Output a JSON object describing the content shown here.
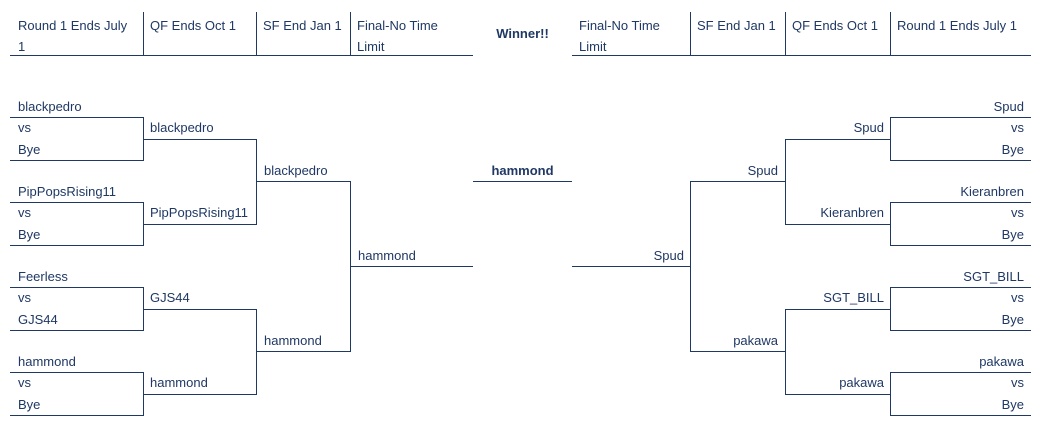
{
  "headers": {
    "left": [
      "Round 1 Ends July 1",
      "QF Ends Oct 1",
      "SF End Jan 1",
      "Final-No Time Limit"
    ],
    "winner": "Winner!!",
    "right": [
      "Final-No Time Limit",
      "SF End Jan 1",
      "QF Ends Oct 1",
      "Round 1 Ends July 1"
    ]
  },
  "left": {
    "r1": [
      {
        "top": "blackpedro",
        "vs": "vs",
        "bottom": "Bye"
      },
      {
        "top": "PipPopsRising11",
        "vs": "vs",
        "bottom": "Bye"
      },
      {
        "top": "Feerless",
        "vs": "vs",
        "bottom": "GJS44"
      },
      {
        "top": "hammond",
        "vs": "vs",
        "bottom": "Bye"
      }
    ],
    "qf": [
      "blackpedro",
      "PipPopsRising11",
      "GJS44",
      "hammond"
    ],
    "sf": [
      "blackpedro",
      "hammond"
    ],
    "final": "hammond"
  },
  "right": {
    "r1": [
      {
        "top": "Spud",
        "vs": "vs",
        "bottom": "Bye"
      },
      {
        "top": "Kieranbren",
        "vs": "vs",
        "bottom": "Bye"
      },
      {
        "top": "SGT_BILL",
        "vs": "vs",
        "bottom": "Bye"
      },
      {
        "top": "pakawa",
        "vs": "vs",
        "bottom": "Bye"
      }
    ],
    "qf": [
      "Spud",
      "Kieranbren",
      "SGT_BILL",
      "pakawa"
    ],
    "sf": [
      "Spud",
      "pakawa"
    ],
    "final": "Spud"
  },
  "winner": "hammond",
  "colors": {
    "line": "#1f3864",
    "text": "#1f3864"
  }
}
